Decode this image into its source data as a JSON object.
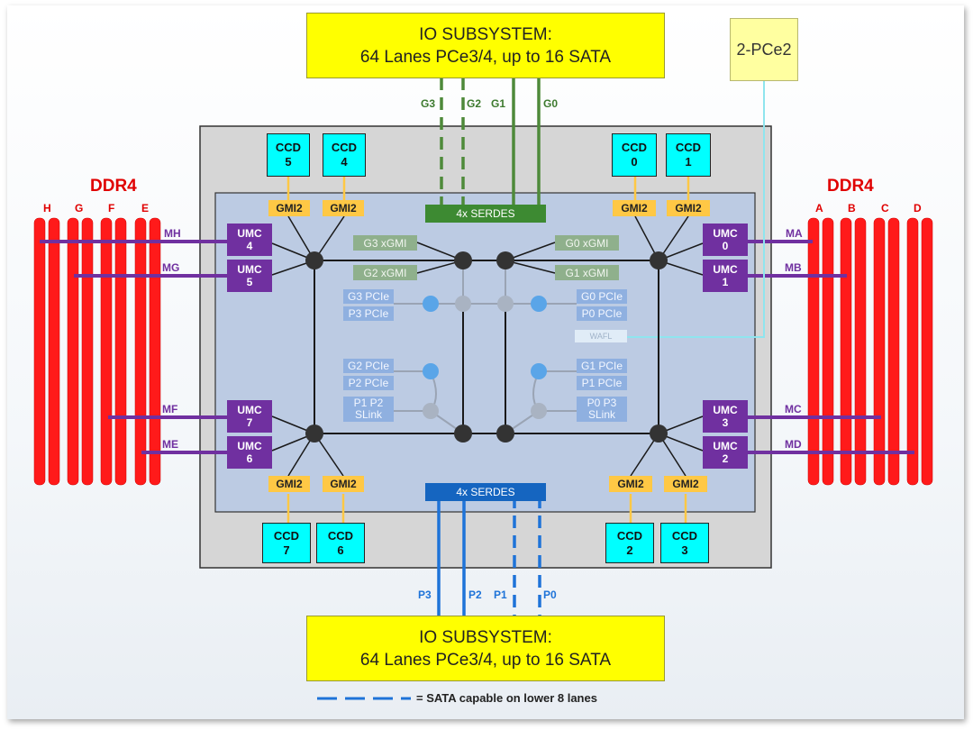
{
  "io_top": {
    "title": "IO SUBSYSTEM:",
    "subtitle": "64 Lanes PCe3/4, up to 16 SATA"
  },
  "io_bottom": {
    "title": "IO SUBSYSTEM:",
    "subtitle": "64 Lanes PCe3/4, up to 16 SATA"
  },
  "pce2_label": "2-PCe2",
  "ddr_left": "DDR4",
  "ddr_right": "DDR4",
  "channels_left": [
    "H",
    "G",
    "F",
    "E"
  ],
  "channels_right": [
    "A",
    "B",
    "C",
    "D"
  ],
  "serdes_top": "4x SERDES",
  "serdes_bottom": "4x SERDES",
  "links_top": [
    "G3",
    "G2",
    "G1",
    "G0"
  ],
  "links_bottom": [
    "P3",
    "P2",
    "P1",
    "P0"
  ],
  "ccd": {
    "c5": [
      "CCD",
      "5"
    ],
    "c4": [
      "CCD",
      "4"
    ],
    "c0": [
      "CCD",
      "0"
    ],
    "c1": [
      "CCD",
      "1"
    ],
    "c7": [
      "CCD",
      "7"
    ],
    "c6": [
      "CCD",
      "6"
    ],
    "c2": [
      "CCD",
      "2"
    ],
    "c3": [
      "CCD",
      "3"
    ]
  },
  "gmi": "GMI2",
  "umc": {
    "u4": [
      "UMC",
      "4"
    ],
    "u5": [
      "UMC",
      "5"
    ],
    "u7": [
      "UMC",
      "7"
    ],
    "u6": [
      "UMC",
      "6"
    ],
    "u0": [
      "UMC",
      "0"
    ],
    "u1": [
      "UMC",
      "1"
    ],
    "u3": [
      "UMC",
      "3"
    ],
    "u2": [
      "UMC",
      "2"
    ]
  },
  "mem_links": {
    "mh": "MH",
    "mg": "MG",
    "mf": "MF",
    "me": "ME",
    "ma": "MA",
    "mb": "MB",
    "mc": "MC",
    "md": "MD"
  },
  "xgmi": {
    "g3": "G3 xGMI",
    "g2": "G2 xGMI",
    "g0": "G0 xGMI",
    "g1": "G1 xGMI"
  },
  "pcie": {
    "g3": "G3 PCIe",
    "p3": "P3 PCIe",
    "g0": "G0 PCIe",
    "p0": "P0 PCIe",
    "g2": "G2 PCIe",
    "p2": "P2 PCIe",
    "g1": "G1 PCIe",
    "p1": "P1 PCIe"
  },
  "slink": {
    "left": [
      "P1 P2",
      "SLink"
    ],
    "right": [
      "P0 P3",
      "SLink"
    ]
  },
  "wafl": "WAFL",
  "legend": "= SATA capable on lower 8 lanes",
  "colors": {
    "memory": "#ff0000",
    "umc": "#7030a0",
    "ccd": "#00ffff",
    "gmi": "#ffc845",
    "io": "#ffff00",
    "green_link": "#4e8a3a",
    "blue_link": "#1e73d8"
  }
}
